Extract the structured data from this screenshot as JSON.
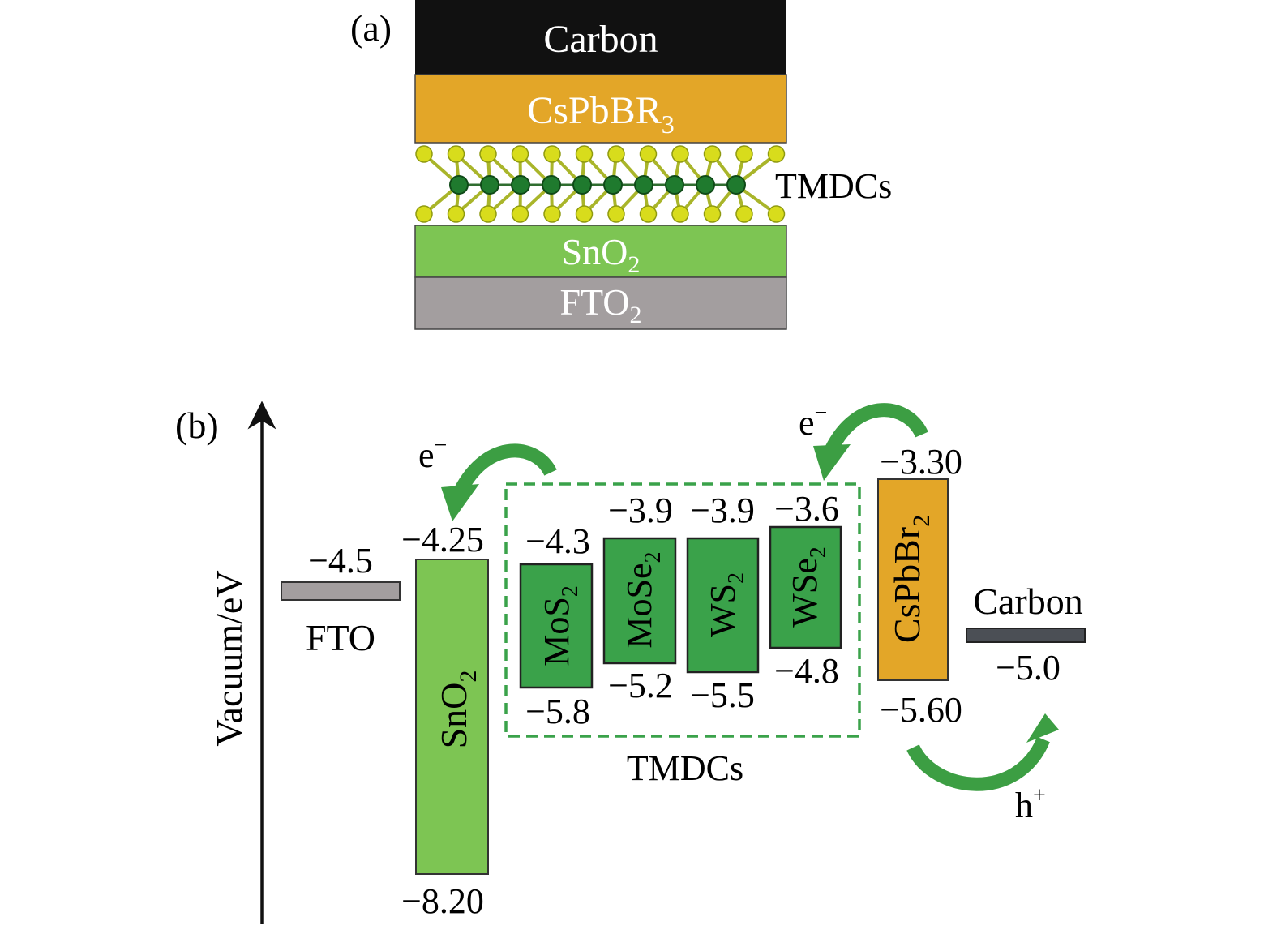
{
  "panel_a": {
    "label": "(a)",
    "layers": {
      "carbon": {
        "text": "Carbon",
        "color": "#111111"
      },
      "perovskite": {
        "text": "CsPbBR",
        "sub": "3",
        "color": "#e3a628"
      },
      "tmdc": {
        "text": "TMDCs",
        "metal_color": "#1f7a2e",
        "chalcogen_color": "#d8dc1c"
      },
      "sno2": {
        "text": "SnO",
        "sub": "2",
        "color": "#7dc553"
      },
      "fto": {
        "text": "FTO",
        "sub": "2",
        "color": "#a39e9f"
      }
    }
  },
  "panel_b": {
    "label": "(b)",
    "axis_label": "Vacuum/eV",
    "fto": {
      "name": "FTO",
      "level": "−4.5"
    },
    "sno2": {
      "name": "SnO",
      "sub": "2",
      "top": "−4.25",
      "bottom": "−8.20"
    },
    "tmdc_group_label": "TMDCs",
    "tmdcs": [
      {
        "name": "MoS",
        "sub": "2",
        "top": "−4.3",
        "bottom": "−5.8"
      },
      {
        "name": "MoSe",
        "sub": "2",
        "top": "−3.9",
        "bottom": "−5.2"
      },
      {
        "name": "WS",
        "sub": "2",
        "top": "−3.9",
        "bottom": "−5.5"
      },
      {
        "name": "WSe",
        "sub": "2",
        "top": "−3.6",
        "bottom": "−4.8"
      }
    ],
    "perovskite": {
      "name": "CsPbBr",
      "sub": "2",
      "top": "−3.30",
      "bottom": "−5.60"
    },
    "carbon": {
      "name": "Carbon",
      "level": "−5.0"
    },
    "electron": {
      "base": "e",
      "sup": "−"
    },
    "hole": {
      "base": "h",
      "sup": "+"
    },
    "colors": {
      "green": "#3aa24a",
      "light_green": "#7dc553",
      "orange": "#e3a628",
      "gray": "#a39e9f",
      "dark_gray": "#4b4f55",
      "arrow_green": "#3c9e43"
    }
  }
}
